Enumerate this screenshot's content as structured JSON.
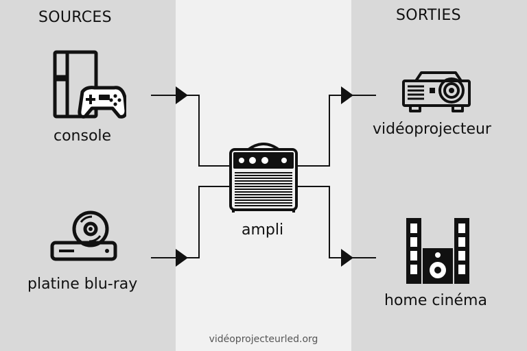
{
  "sources": {
    "heading": "SOURCES",
    "items": [
      {
        "label": "console",
        "icon": "game-console-icon"
      },
      {
        "label": "platine blu-ray",
        "icon": "bluray-player-icon"
      }
    ]
  },
  "outputs": {
    "heading": "SORTIES",
    "items": [
      {
        "label": "vidéoprojecteur",
        "icon": "projector-icon"
      },
      {
        "label": "home cinéma",
        "icon": "speaker-system-icon"
      }
    ]
  },
  "hub": {
    "label": "ampli",
    "icon": "amplifier-icon"
  },
  "footer": "vidéoprojecteurled.org"
}
